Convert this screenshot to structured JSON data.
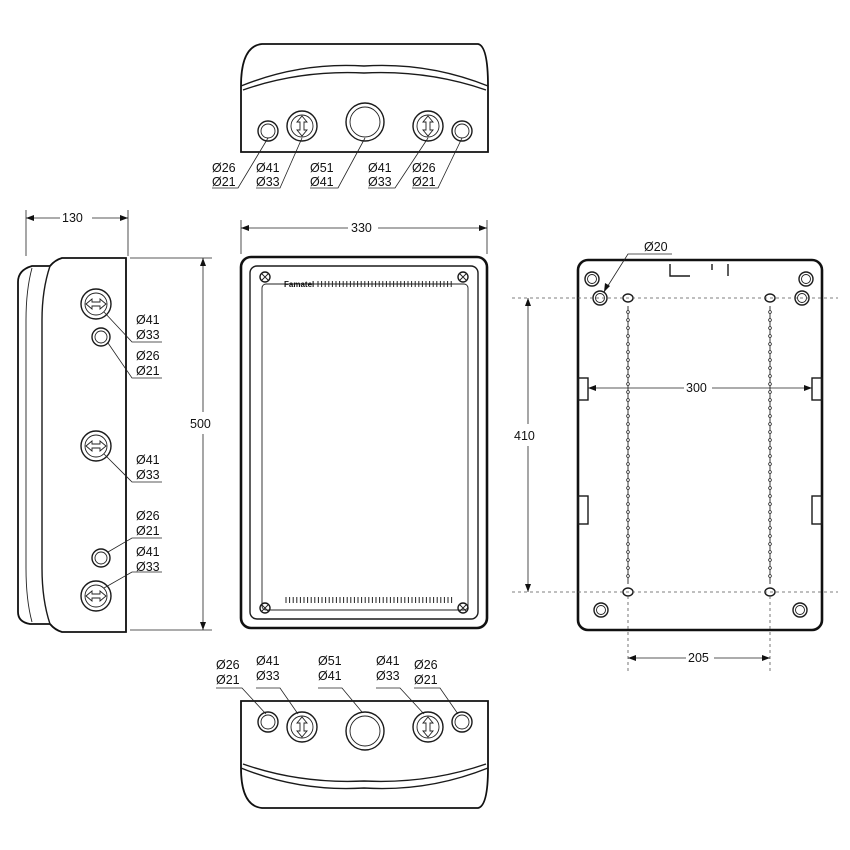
{
  "brand": "Famatel",
  "dimensions": {
    "depth": "130",
    "width": "330",
    "height": "500",
    "mount_height": "410",
    "mount_width": "300",
    "rail_spacing": "205",
    "mount_hole": "Ø20"
  },
  "top_view": {
    "labels": [
      {
        "a": "Ø26",
        "b": "Ø21"
      },
      {
        "a": "Ø41",
        "b": "Ø33"
      },
      {
        "a": "Ø51",
        "b": "Ø41"
      },
      {
        "a": "Ø41",
        "b": "Ø33"
      },
      {
        "a": "Ø26",
        "b": "Ø21"
      }
    ]
  },
  "bottom_view": {
    "labels": [
      {
        "a": "Ø26",
        "b": "Ø21"
      },
      {
        "a": "Ø41",
        "b": "Ø33"
      },
      {
        "a": "Ø51",
        "b": "Ø41"
      },
      {
        "a": "Ø41",
        "b": "Ø33"
      },
      {
        "a": "Ø26",
        "b": "Ø21"
      }
    ]
  },
  "side_view": {
    "labels": [
      {
        "a": "Ø41",
        "b": "Ø33"
      },
      {
        "a": "Ø26",
        "b": "Ø21"
      },
      {
        "a": "Ø41",
        "b": "Ø33"
      },
      {
        "a": "Ø26",
        "b": "Ø21"
      },
      {
        "a": "Ø41",
        "b": "Ø33"
      }
    ]
  }
}
